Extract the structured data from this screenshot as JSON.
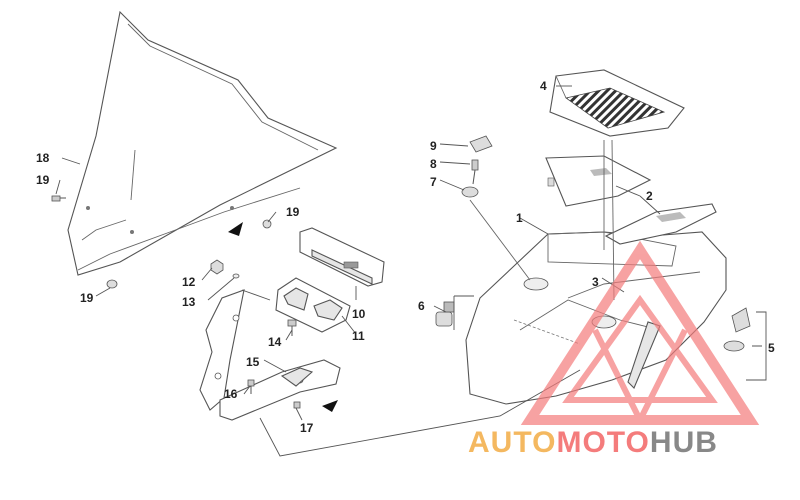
{
  "diagram": {
    "callouts": {
      "c1": "1",
      "c2": "2",
      "c3": "3",
      "c4": "4",
      "c5": "5",
      "c6": "6",
      "c7": "7",
      "c8": "8",
      "c9": "9",
      "c10": "10",
      "c11": "11",
      "c12": "12",
      "c13": "13",
      "c14": "14",
      "c15": "15",
      "c16": "16",
      "c17": "17",
      "c18": "18",
      "c19a": "19",
      "c19b": "19",
      "c19c": "19"
    }
  },
  "watermark": {
    "part1": "AUTO",
    "part2": "MOTO",
    "part3": "HUB",
    "colors": {
      "auto": "#f4b860",
      "moto": "#f47c7c",
      "hub": "#888888",
      "triangle": "#f47c7c"
    }
  }
}
